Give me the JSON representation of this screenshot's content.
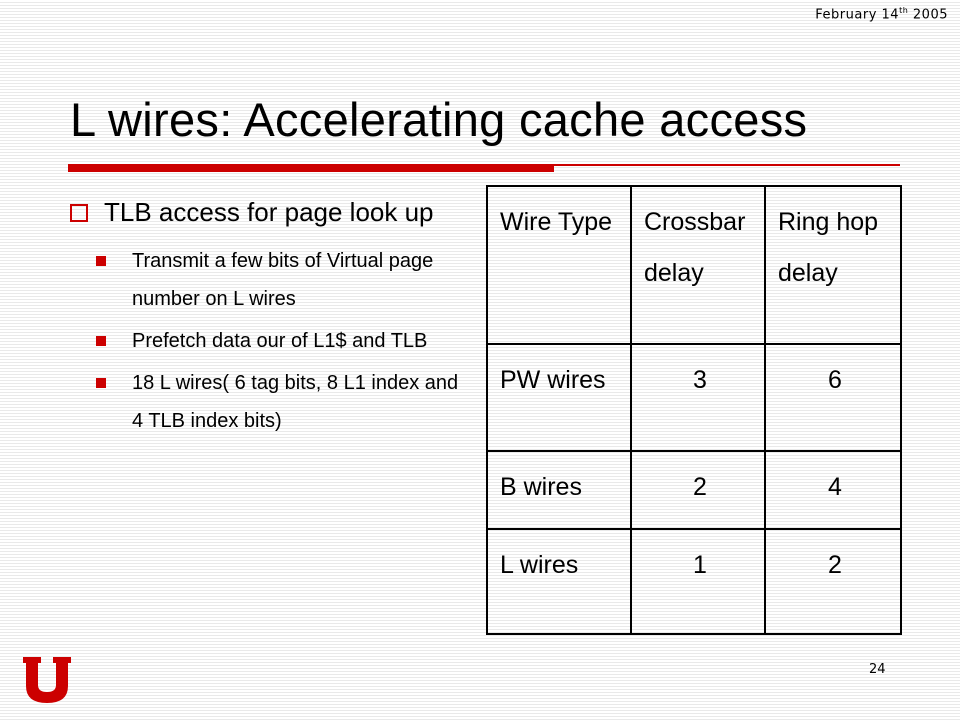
{
  "date": {
    "prefix": "February 14",
    "sup": "th",
    "suffix": " 2005"
  },
  "title": "L wires: Accelerating cache access",
  "bullet": "TLB access for page look up",
  "subbullets": [
    "Transmit a few bits of Virtual page number on L wires",
    "Prefetch data our of L1$ and TLB",
    "18 L wires( 6 tag bits, 8 L1 index and 4 TLB index bits)"
  ],
  "table": {
    "headers": [
      "Wire Type",
      "Crossbar delay",
      "Ring hop delay"
    ],
    "rows": [
      [
        "PW wires",
        "3",
        "6"
      ],
      [
        "B wires",
        "2",
        "4"
      ],
      [
        "L wires",
        "1",
        "2"
      ]
    ]
  },
  "page_number": "24",
  "colors": {
    "accent": "#cc0000",
    "logo": "#cc0000"
  }
}
